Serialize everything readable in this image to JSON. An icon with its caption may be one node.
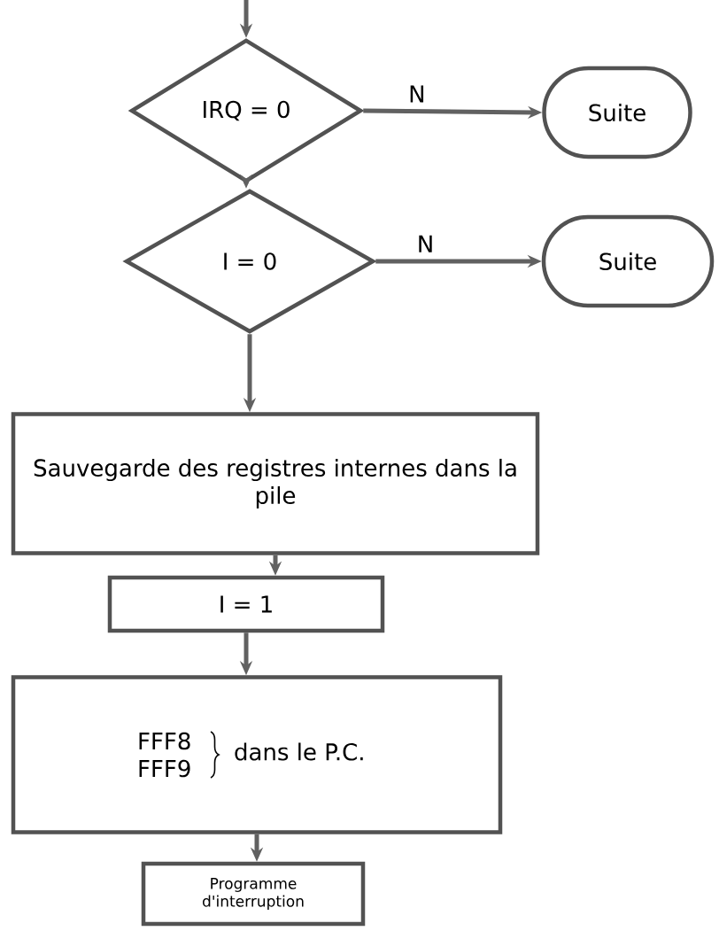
{
  "diagram": {
    "nodes": [
      {
        "text": [
          "IRQ = 0"
        ]
      },
      {
        "text": [
          "Suite"
        ]
      },
      {
        "text": [
          "I = 0"
        ]
      },
      {
        "text": [
          "Suite"
        ]
      },
      {
        "text": [
          "Sauvegarde des registres internes dans la pile"
        ]
      },
      {
        "text": [
          "I = 1"
        ]
      },
      {
        "text": [
          "FFF8 FFF9",
          "dans le P.C."
        ]
      },
      {
        "text": [
          "Programme d'interruption"
        ]
      }
    ],
    "edges": [
      {
        "from": null,
        "to": 0,
        "arrow": "to"
      },
      {
        "from": 0,
        "to": 1,
        "arrow": "to",
        "label": "N"
      },
      {
        "from": 0,
        "to": 2,
        "arrow": "to"
      },
      {
        "from": 2,
        "to": 3,
        "arrow": "to",
        "label": "N"
      },
      {
        "from": 2,
        "to": 4,
        "arrow": "to"
      },
      {
        "from": 4,
        "to": 5,
        "arrow": "to"
      },
      {
        "from": 5,
        "to": 6,
        "arrow": "to"
      },
      {
        "from": 6,
        "to": 7,
        "arrow": "to"
      }
    ]
  }
}
